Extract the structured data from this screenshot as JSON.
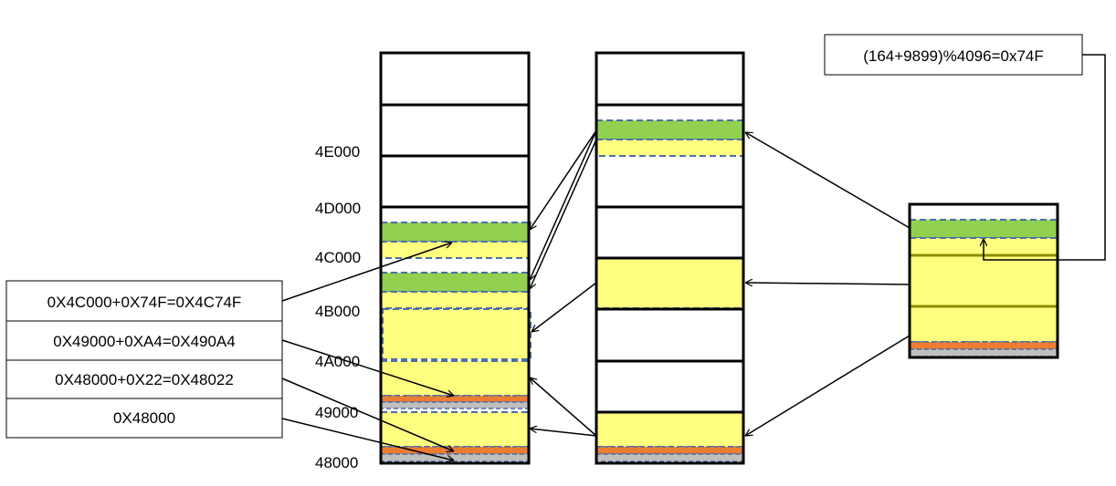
{
  "colors": {
    "green": "#92d050",
    "yellow": "#ffff7f",
    "orange": "#ed7d31",
    "gray": "#bfbfbf",
    "dash": "#4e6fa5",
    "olive": "#8c8c00"
  },
  "address_labels": [
    "4E000",
    "4D000",
    "4C000",
    "4B000",
    "4A000",
    "49000",
    "48000"
  ],
  "calc_boxes": [
    "0X4C000+0X74F=0X4C74F",
    "0X49000+0XA4=0X490A4",
    "0X48000+0X22=0X48022",
    "0X48000"
  ],
  "top_formula": "(164+9899)%4096=0x74F"
}
